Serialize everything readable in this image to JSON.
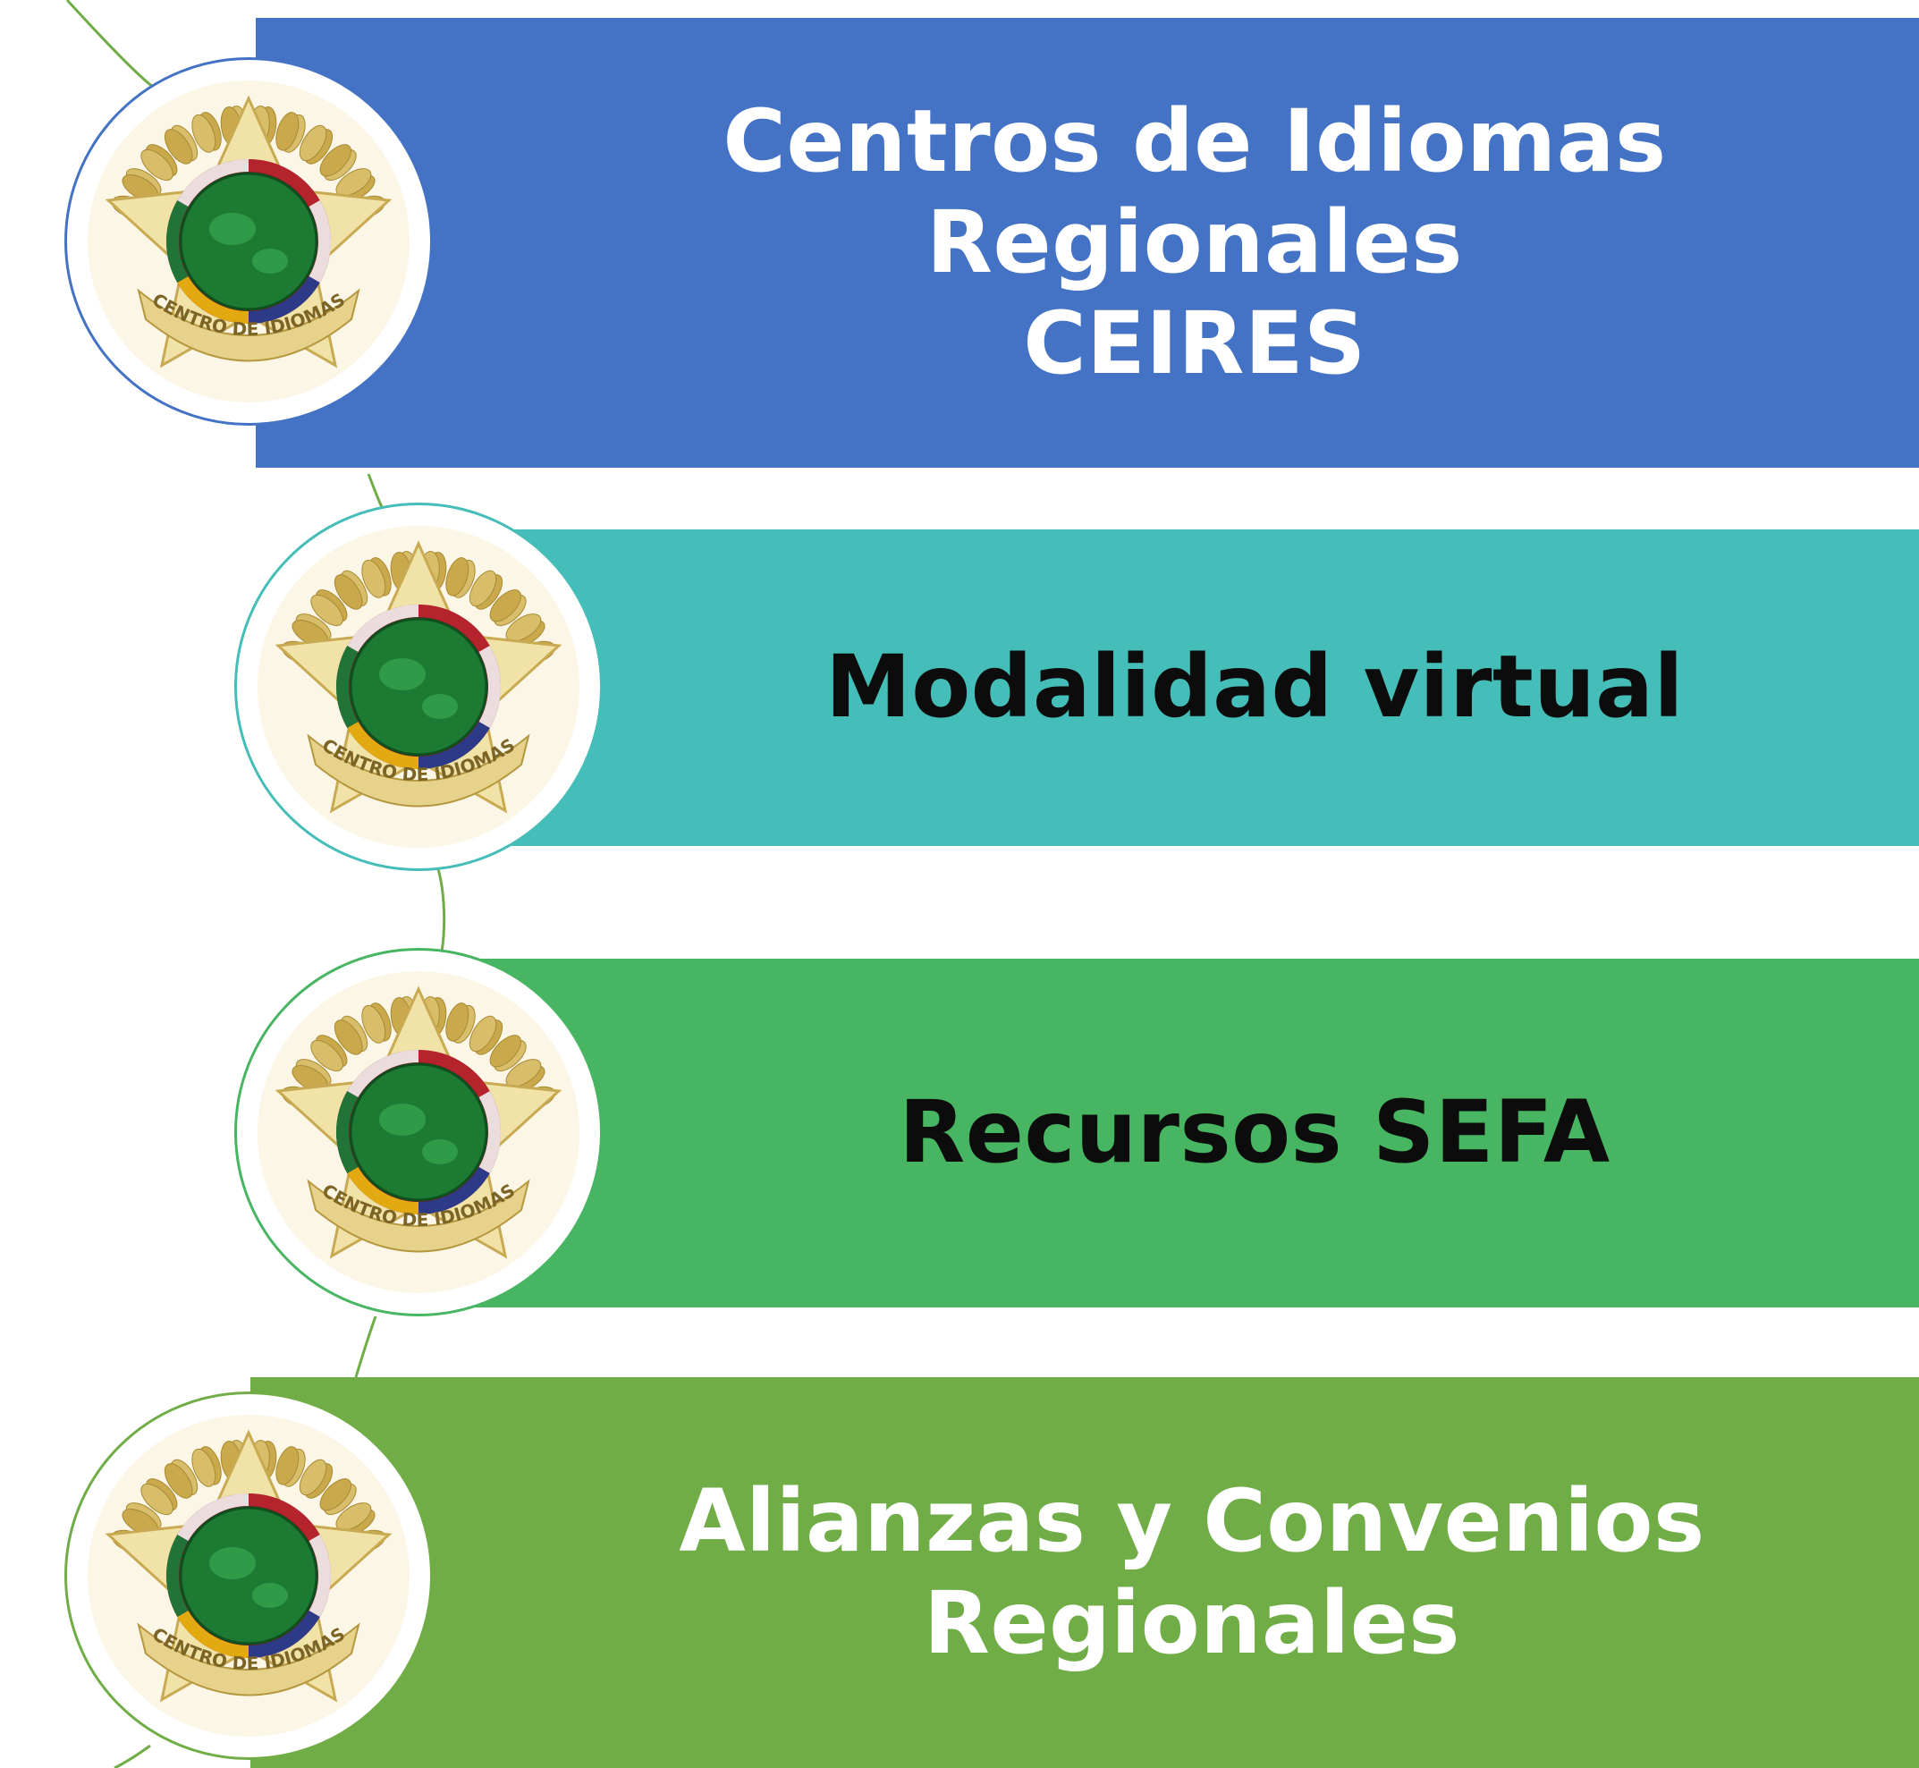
{
  "items": [
    {
      "label": "Centros de Idiomas Regionales CEIRES",
      "label_line_1": "Centros de Idiomas Regionales",
      "label_line_2": "CEIRES",
      "color": "#4472c4",
      "text_color": "#ffffff",
      "icon": "centro-de-idiomas-seal-icon",
      "seal_text": "CENTRO DE IDIOMAS"
    },
    {
      "label": "Modalidad virtual",
      "color": "#45bdb8",
      "text_color": "#0c0c0c",
      "icon": "centro-de-idiomas-seal-icon",
      "seal_text": "CENTRO DE IDIOMAS"
    },
    {
      "label": "Recursos SEFA",
      "color": "#48b563",
      "text_color": "#0c0c0c",
      "icon": "centro-de-idiomas-seal-icon",
      "seal_text": "CENTRO DE IDIOMAS"
    },
    {
      "label": "Alianzas y Convenios Regionales",
      "color": "#70ad47",
      "text_color": "#ffffff",
      "icon": "centro-de-idiomas-seal-icon",
      "seal_text": "CENTRO DE IDIOMAS"
    }
  ],
  "connector_color": "#70ad47"
}
